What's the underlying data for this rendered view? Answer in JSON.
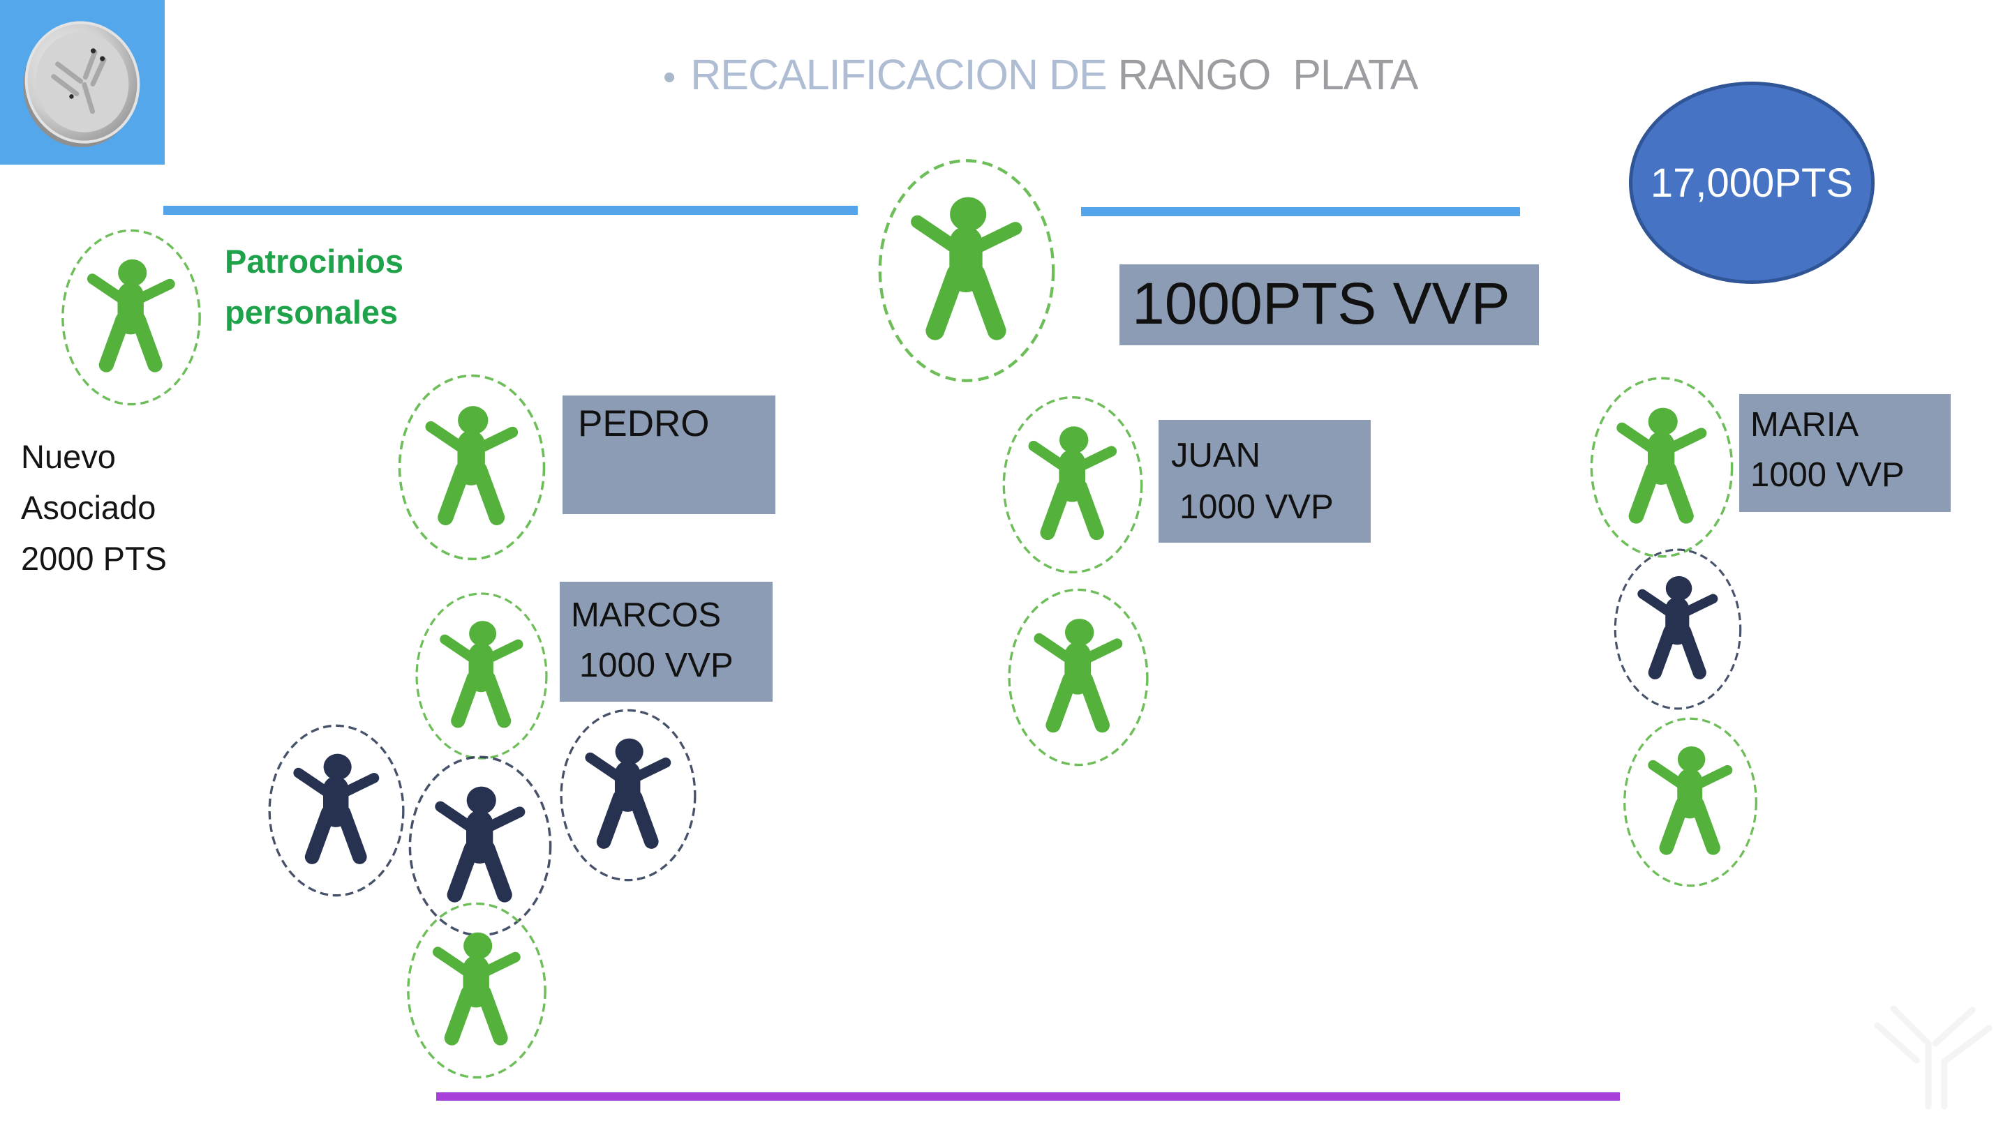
{
  "title": {
    "bullet": "•",
    "primary": "RECALIFICACION DE ",
    "secondary": "RANGO  PLATA"
  },
  "badge": {
    "points": "17,000PTS"
  },
  "notes": {
    "patrocinios": {
      "line1": "Patrocinios",
      "line2": "personales"
    },
    "nuevo_asociado": {
      "line1": "Nuevo",
      "line2": "Asociado",
      "line3": "2000 PTS"
    }
  },
  "center_box": {
    "label": "1000PTS VVP"
  },
  "member_boxes": {
    "pedro": {
      "name": "PEDRO"
    },
    "marcos": {
      "name": "MARCOS",
      "points": "1000 VVP"
    },
    "juan": {
      "name": "JUAN",
      "points": "1000 VVP"
    },
    "maria": {
      "name": "MARIA",
      "points": "1000 VVP"
    }
  },
  "icons": {
    "logo": "silver-coin-icon",
    "member_active": "green-person-icon",
    "member_inactive": "navy-person-icon",
    "watermark": "brand-y-watermark-icon"
  },
  "colors": {
    "person_green": "#54b13c",
    "person_navy": "#263250",
    "label_box_gray": "#8c9cb4",
    "badge_fill": "#4673c4",
    "badge_border": "#2f5597",
    "blue_rule": "#55a4e9",
    "purple_rule": "#a640d8",
    "logo_background": "#54a7ea",
    "title_primary": "#aebdd3",
    "title_secondary": "#9b9da1",
    "patrocinios_green": "#1ea24a"
  }
}
